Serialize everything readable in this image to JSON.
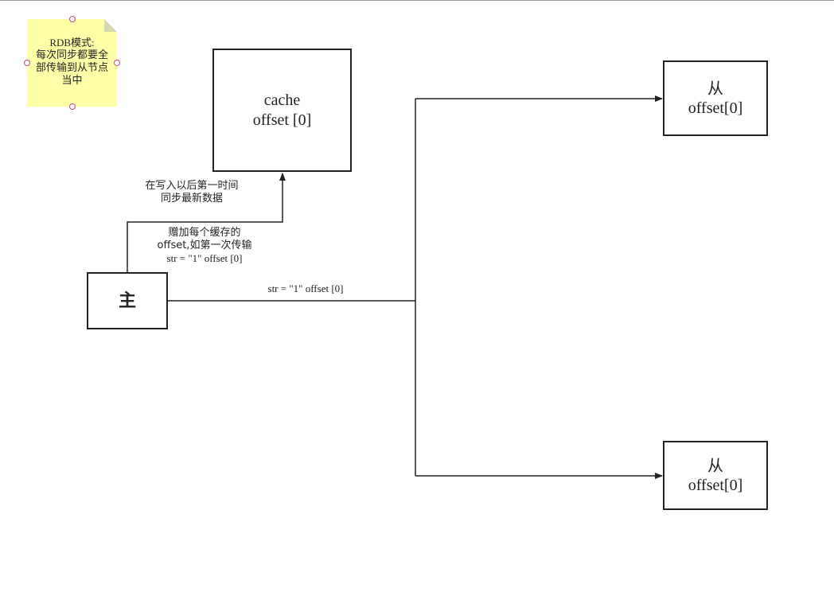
{
  "note": {
    "lines": [
      "RDB模式:",
      "每次同步都要全",
      "部传输到从节点",
      "当中"
    ]
  },
  "cache_box": {
    "lines": [
      "cache",
      "offset [0]"
    ]
  },
  "master_box": {
    "label": "主"
  },
  "slave_top": {
    "lines": [
      "从",
      "offset[0]"
    ]
  },
  "slave_bottom": {
    "lines": [
      "从",
      "offset[0]"
    ]
  },
  "label_sync": {
    "lines": [
      "在写入以后第一时间",
      "同步最新数据"
    ]
  },
  "label_offset": {
    "lines": [
      "赠加每个缓存的",
      "offset,如第一次传输",
      "str = \"1\" offset [0]"
    ]
  },
  "label_main_line": "str = \"1\" offset [0]"
}
